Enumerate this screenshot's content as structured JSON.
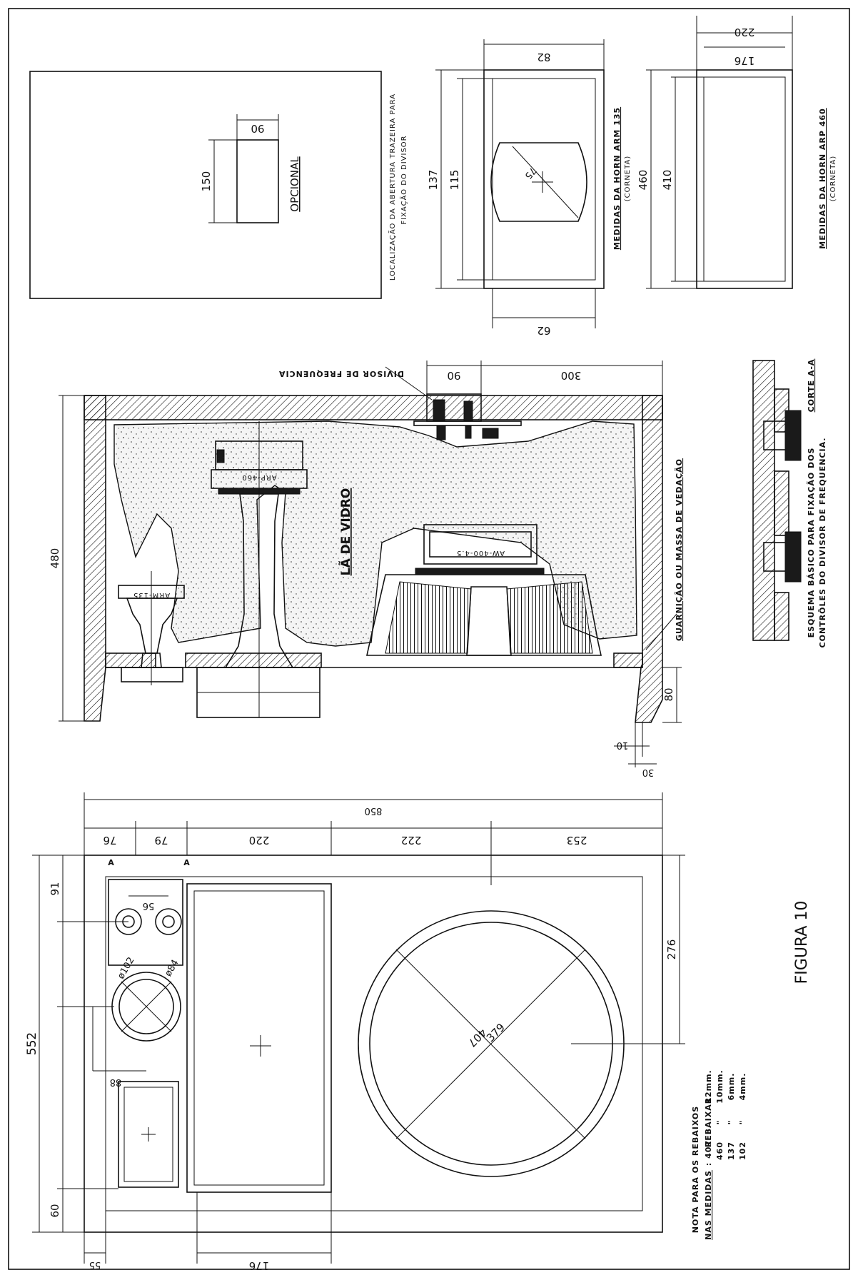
{
  "figure_label": "FIGURA 10",
  "panel_rear_opening": {
    "caption_line1": "LOCALIZAÇÃO DA ABERTURA TRAZEIRA PARA",
    "caption_line2": "FIXAÇÃO DO DIVISOR",
    "optional_label": "OPCIONAL",
    "dim_width": "90",
    "dim_height": "150"
  },
  "panel_arm135": {
    "caption_line1": "MEDIDAS DA HORN ARM 135",
    "caption_line2": "(CORNETA)",
    "dim_top": "82",
    "dim_bottom": "62",
    "dim_outer": "137",
    "dim_inner": "115",
    "dim_diameter": "75"
  },
  "panel_arp460": {
    "caption_line1": "MEDIDAS DA HORN ARP 460",
    "caption_line2": "(CORNETA)",
    "dim_top_outer": "220",
    "dim_top_inner": "176",
    "dim_outer": "460",
    "dim_inner": "410"
  },
  "section_view": {
    "divider_label": "DIVISOR DE FREQUENCIA",
    "dim_top_300": "300",
    "dim_top_90": "90",
    "dim_height": "480",
    "dim_base": "80",
    "dim_10": "10",
    "dim_30": "30",
    "wool_label": "LÃ DE VIDRO",
    "gasket_label": "GUARNIÇÃO OU MASSA DE VEDAÇÃO",
    "horn_small_label": "ARM-135",
    "horn_large_label": "ARP-460",
    "woofer_label": "AW-400-4.5"
  },
  "corte": {
    "title": "CORTE A-A",
    "caption_line1": "ESQUEMA BÁSICO PARA FIXAÇÃO DOS",
    "caption_line2": "CONTRÔLES DO DIVISOR DE FREQUENCIA."
  },
  "front_view": {
    "dim_total": "850",
    "dim_76": "76",
    "dim_79": "79",
    "dim_220": "220",
    "dim_222": "222",
    "dim_253": "253",
    "dim_552": "552",
    "dim_91": "91",
    "dim_60": "60",
    "dim_56": "56",
    "dim_88": "88",
    "dim_102": "ø102",
    "dim_84": "ø84",
    "dim_407": "407",
    "dim_379": "379",
    "dim_276": "276",
    "dim_55": "55",
    "dim_176": "176",
    "section_mark": "A"
  },
  "notes": {
    "title": "NOTA PARA OS REBAIXOS",
    "subtitle": "NAS MEDIDAS",
    "rows": [
      {
        "size": ": 407",
        "word": "REBAIXAR",
        "depth": "12mm."
      },
      {
        "size": "460",
        "word": "\"",
        "depth": "10mm."
      },
      {
        "size": "137",
        "word": "\"",
        "depth": "6mm."
      },
      {
        "size": "102",
        "word": "\"",
        "depth": "4mm."
      }
    ]
  }
}
